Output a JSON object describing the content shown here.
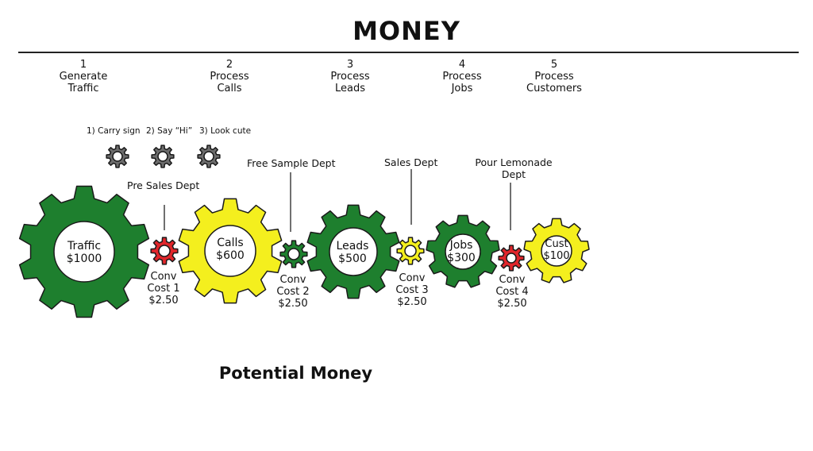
{
  "title": "MONEY",
  "steps": [
    {
      "number": "1",
      "line1": "Generate",
      "line2": "Traffic"
    },
    {
      "number": "2",
      "line1": "Process",
      "line2": "Calls"
    },
    {
      "number": "3",
      "line1": "Process",
      "line2": "Leads"
    },
    {
      "number": "4",
      "line1": "Process",
      "line2": "Jobs"
    },
    {
      "number": "5",
      "line1": "Process",
      "line2": "Customers"
    }
  ],
  "tasks": [
    "1) Carry sign",
    "2) Say “Hi”",
    "3) Look cute"
  ],
  "departments": {
    "pre_sales": "Pre Sales Dept",
    "free_sample": "Free Sample Dept",
    "sales": "Sales Dept",
    "pour_line1": "Pour Lemonade",
    "pour_line2": "Dept"
  },
  "main_gears": [
    {
      "line1": "Traffic",
      "line2": "$1000",
      "color": "#1e7f2e"
    },
    {
      "line1": "Calls",
      "line2": "$600",
      "color": "#f4ef1e"
    },
    {
      "line1": "Leads",
      "line2": "$500",
      "color": "#1e7f2e"
    },
    {
      "line1": "Jobs",
      "line2": "$300",
      "color": "#1e7f2e"
    },
    {
      "line1": "Cust",
      "line2": "$100",
      "color": "#f4ef1e"
    }
  ],
  "conv_gears": [
    {
      "line1": "Conv",
      "line2": "Cost 1",
      "line3": "$2.50",
      "color": "#e0262b"
    },
    {
      "line1": "Conv",
      "line2": "Cost 2",
      "line3": "$2.50",
      "color": "#1e7f2e"
    },
    {
      "line1": "Conv",
      "line2": "Cost 3",
      "line3": "$2.50",
      "color": "#f4ef1e"
    },
    {
      "line1": "Conv",
      "line2": "Cost 4",
      "line3": "$2.50",
      "color": "#e0262b"
    }
  ],
  "task_gear_color": "#6d6d6d",
  "footer": "Potential Money"
}
